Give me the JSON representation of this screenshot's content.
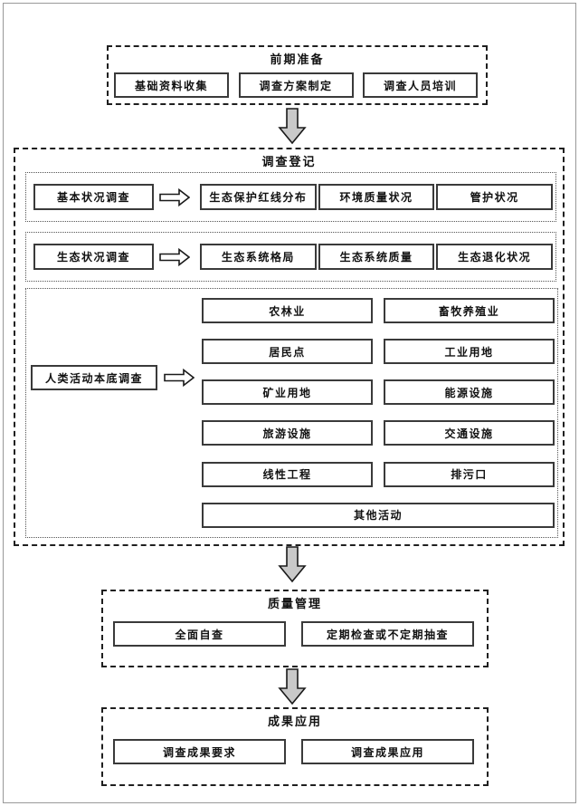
{
  "sections": {
    "preparation": {
      "title": "前期准备",
      "items": [
        "基础资料收集",
        "调查方案制定",
        "调查人员培训"
      ]
    },
    "registration": {
      "title": "调查登记",
      "rows": [
        {
          "source": "基本状况调查",
          "targets": [
            "生态保护红线分布",
            "环境质量状况",
            "管护状况"
          ]
        },
        {
          "source": "生态状况调查",
          "targets": [
            "生态系统格局",
            "生态系统质量",
            "生态退化状况"
          ]
        },
        {
          "source": "人类活动本底调查",
          "targets": [
            "农林业",
            "畜牧养殖业",
            "居民点",
            "工业用地",
            "矿业用地",
            "能源设施",
            "旅游设施",
            "交通设施",
            "线性工程",
            "排污口",
            "其他活动"
          ]
        }
      ]
    },
    "quality": {
      "title": "质量管理",
      "items": [
        "全面自查",
        "定期检查或不定期抽查"
      ]
    },
    "application": {
      "title": "成果应用",
      "items": [
        "调查成果要求",
        "调查成果应用"
      ]
    }
  },
  "colors": {
    "page_border": "#999999",
    "section_border": "#1f1f1f",
    "subsection_border": "#555555",
    "box_border": "#3a3a3a",
    "arrow_fill": "#c9c9c9",
    "arrow_outline": "#1a1a1a",
    "text": "#111111"
  }
}
